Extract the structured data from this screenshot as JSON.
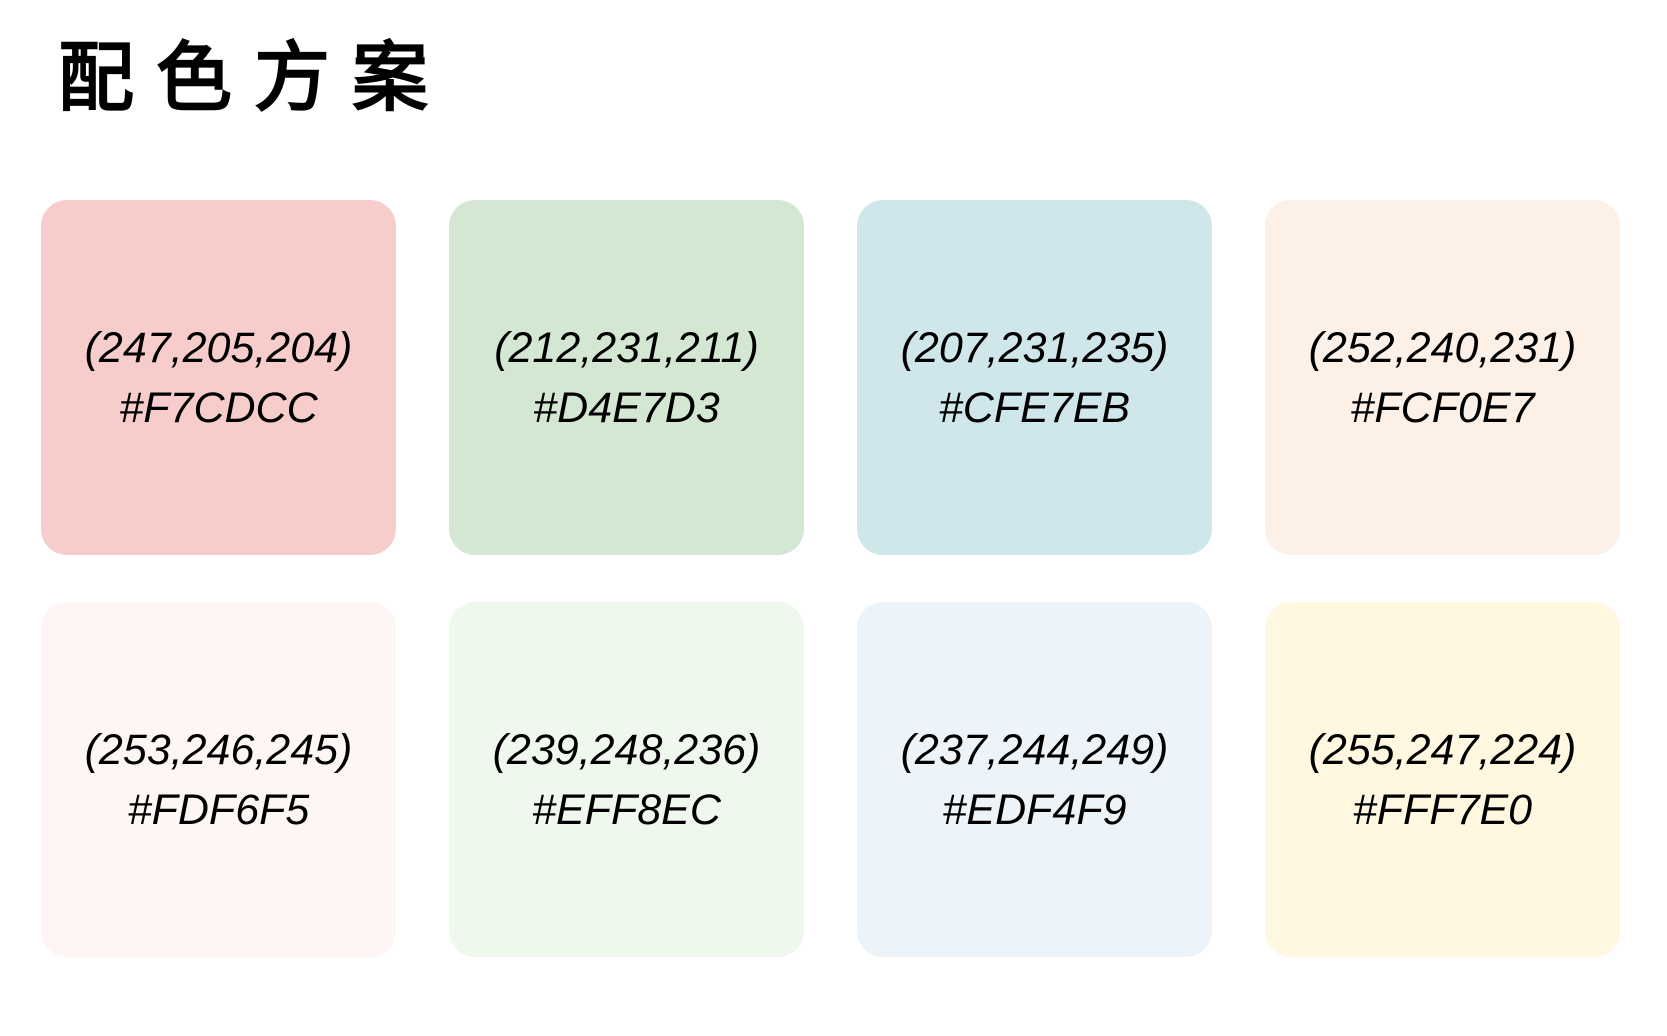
{
  "title": "配色方案",
  "swatches": [
    {
      "rgb": "(247,205,204)",
      "hex": "#F7CDCC",
      "color": "#F7CDCC"
    },
    {
      "rgb": "(212,231,211)",
      "hex": "#D4E7D3",
      "color": "#D4E7D3"
    },
    {
      "rgb": "(207,231,235)",
      "hex": "#CFE7EB",
      "color": "#CFE7EB"
    },
    {
      "rgb": "(252,240,231)",
      "hex": "#FCF0E7",
      "color": "#FCF0E7"
    },
    {
      "rgb": "(253,246,245)",
      "hex": "#FDF6F5",
      "color": "#FDF6F5"
    },
    {
      "rgb": "(239,248,236)",
      "hex": "#EFF8EC",
      "color": "#EFF8EC"
    },
    {
      "rgb": "(237,244,249)",
      "hex": "#EDF4F9",
      "color": "#EDF4F9"
    },
    {
      "rgb": "(255,247,224)",
      "hex": "#FFF7E0",
      "color": "#FFF7E0"
    }
  ]
}
